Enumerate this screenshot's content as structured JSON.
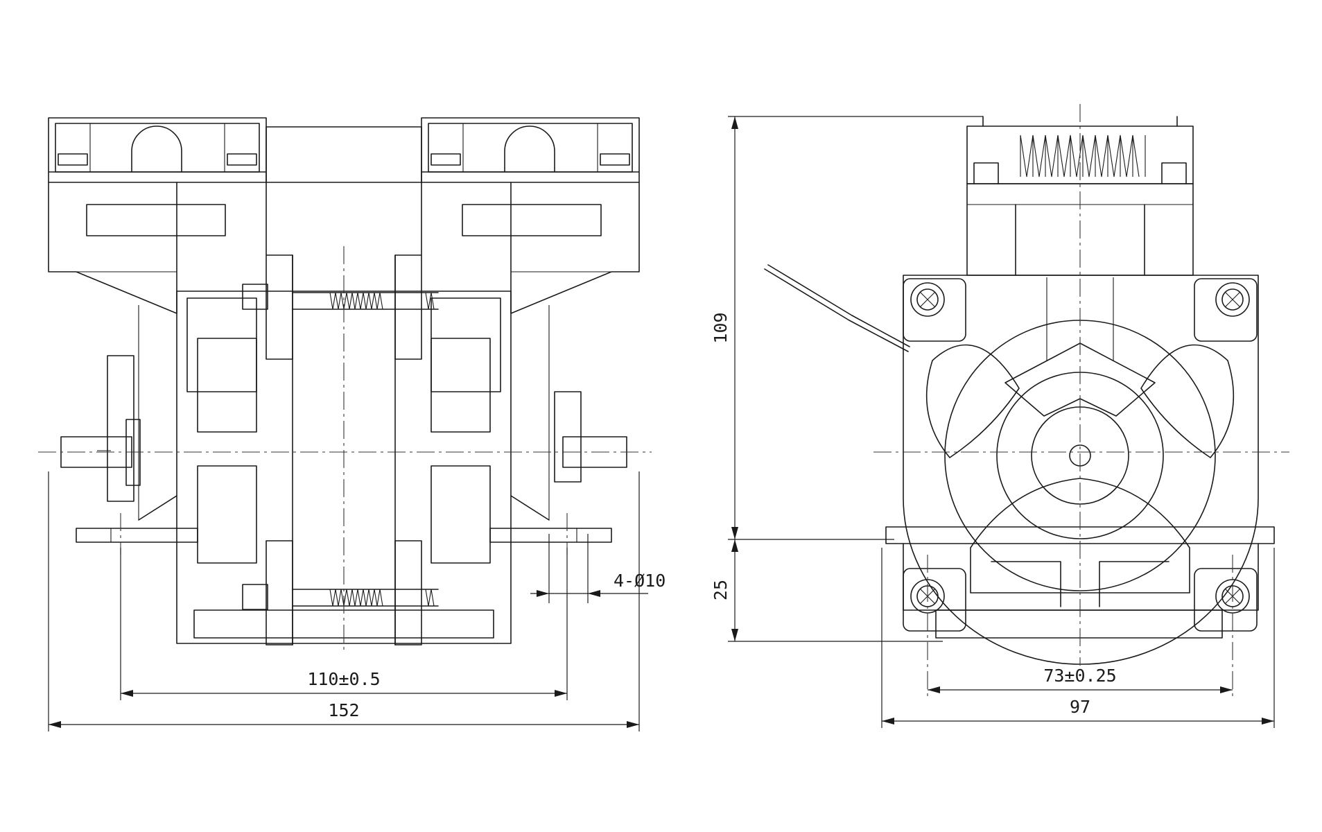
{
  "dimensions": {
    "side_mount_span": "110±0.5",
    "side_overall_width": "152",
    "hole_callout": "4-Ø10",
    "end_height": "109",
    "end_base_height": "25",
    "end_mount_span": "73±0.25",
    "end_overall_width": "97"
  }
}
